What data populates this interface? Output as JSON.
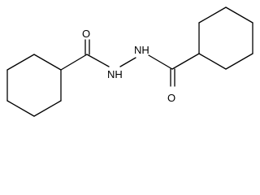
{
  "molecule": {
    "atom_labels": {
      "o_left": "O",
      "nh_left": "NH",
      "nh_right": "NH",
      "o_right": "O"
    },
    "bond_color": "#000000",
    "background": "#ffffff"
  }
}
